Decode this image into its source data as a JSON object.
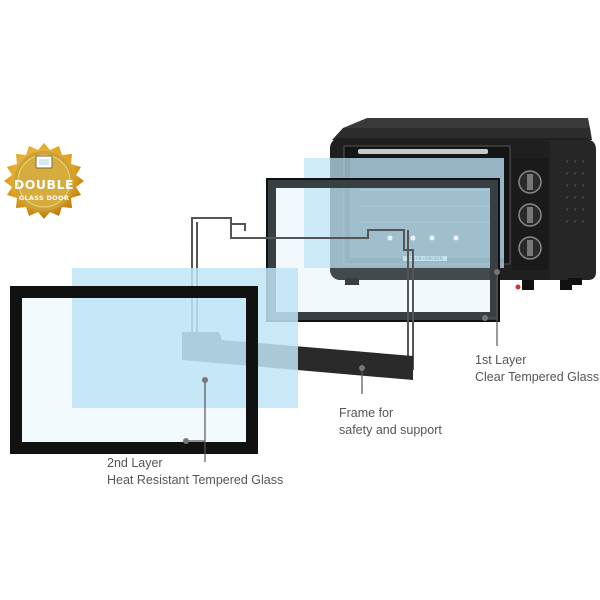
{
  "badge": {
    "line1": "DOUBLE",
    "line2": "GLASS DOOR"
  },
  "oven": {
    "brand": "BLACK+DECKER"
  },
  "callouts": {
    "first_layer": {
      "line1": "1st Layer",
      "line2": "Clear Tempered Glass"
    },
    "frame": {
      "line1": "Frame for",
      "line2": "safety and support"
    },
    "second_layer": {
      "line1": "2nd Layer",
      "line2": "Heat Resistant Tempered Glass"
    }
  },
  "colors": {
    "oven_body": "#1c1c1c",
    "glass_tint": "#bfe4f7",
    "frame_black": "#111111",
    "label_text": "#555555",
    "badge_gold": "#e0a21f"
  }
}
